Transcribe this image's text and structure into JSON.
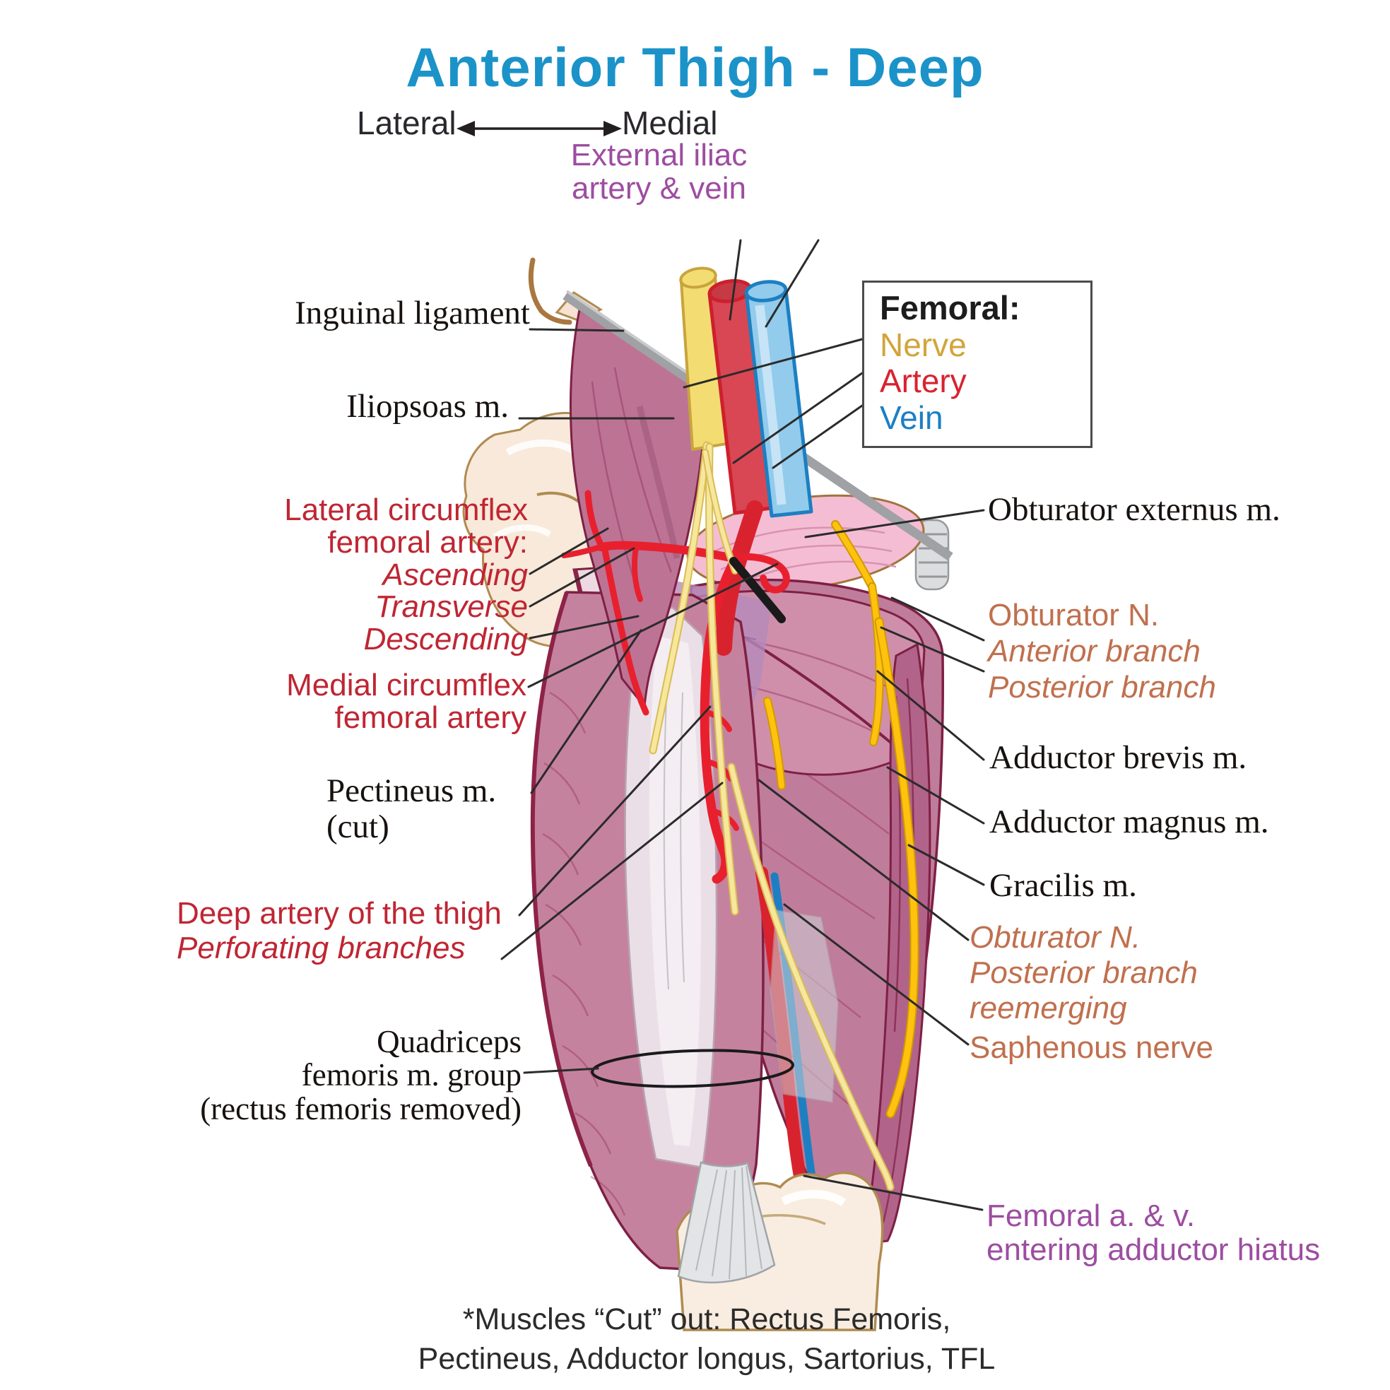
{
  "title": "Anterior Thigh - Deep",
  "orientation": {
    "left_label": "Lateral",
    "right_label": "Medial"
  },
  "legend": {
    "heading": "Femoral:",
    "items": [
      {
        "label": "Nerve",
        "color": "#d2a43b"
      },
      {
        "label": "Artery",
        "color": "#d8232f"
      },
      {
        "label": "Vein",
        "color": "#1b7fc4"
      }
    ]
  },
  "labels": {
    "external_iliac": {
      "line1": "External iliac",
      "line2": "artery & vein"
    },
    "inguinal_ligament": "Inguinal ligament",
    "iliopsoas": "Iliopsoas m.",
    "lateral_circumflex": {
      "line1": "Lateral circumflex",
      "line2": "femoral artery:",
      "branch1": "Ascending",
      "branch2": "Transverse",
      "branch3": "Descending"
    },
    "medial_circumflex": {
      "line1": "Medial circumflex",
      "line2": "femoral artery"
    },
    "pectineus": {
      "line1": "Pectineus m.",
      "line2": "(cut)"
    },
    "deep_artery": {
      "line1": "Deep artery of the thigh",
      "line2": "Perforating branches"
    },
    "quadriceps": {
      "line1": "Quadriceps",
      "line2": "femoris m. group",
      "line3": "(rectus femoris removed)"
    },
    "obturator_externus": "Obturator externus m.",
    "obturator_nerve": {
      "line1": "Obturator N.",
      "line2": "Anterior branch",
      "line3": "Posterior branch"
    },
    "adductor_brevis": "Adductor brevis m.",
    "adductor_magnus": "Adductor magnus m.",
    "gracilis": "Gracilis m.",
    "obturator_reemerging": {
      "line1": "Obturator N.",
      "line2": "Posterior branch",
      "line3": "reemerging"
    },
    "saphenous": "Saphenous nerve",
    "femoral_av": {
      "line1": "Femoral a. & v.",
      "line2": "entering adductor hiatus"
    }
  },
  "footnote": {
    "line1": "*Muscles “Cut” out: Rectus Femoris,",
    "line2": "Pectineus,  Adductor longus, Sartorius, TFL"
  },
  "palette": {
    "title_blue": "#1b93c9",
    "label_red": "#bf2633",
    "label_orange": "#c0704e",
    "label_purple": "#9d4da1",
    "nerve_yellow": "#f3dd72",
    "nerve_bright_yellow": "#ffc20e",
    "artery_red": "#d8232f",
    "vein_blue": "#1d7fc2",
    "muscle_pink": "#c5829f",
    "bone_cream": "#f8e9da"
  }
}
